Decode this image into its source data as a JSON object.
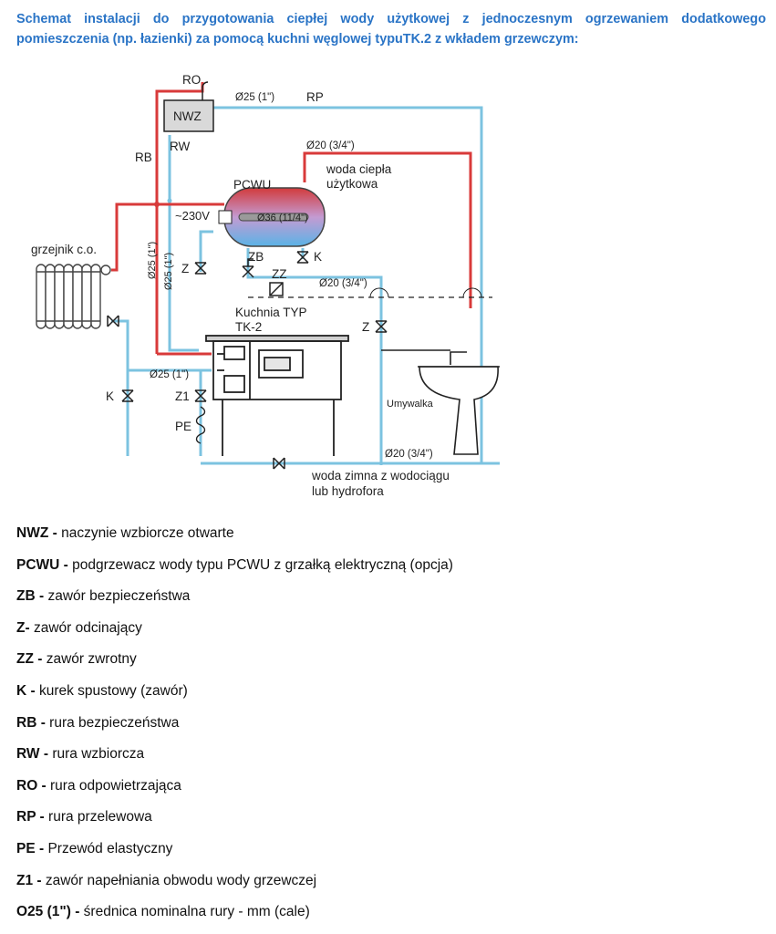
{
  "title": "Schemat instalacji do przygotowania ciepłej wody użytkowej z jednoczesnym ogrzewaniem dodatkowego pomieszczenia (np. łazienki) za pomocą kuchni węglowej typuTK.2 z wkładem grzewczym:",
  "diagram": {
    "labels": {
      "ro": "RO",
      "nwz": "NWZ",
      "rw": "RW",
      "rb": "RB",
      "rp": "RP",
      "d25_top": "Ø25 (1\")",
      "d20_top": "Ø20 (3/4\")",
      "hot_water_1": "woda ciepła",
      "hot_water_2": "użytkowa",
      "pcwu": "PCWU",
      "v230": "~230V",
      "d36": "Ø36 (11/4\")",
      "radiator": "grzejnik c.o.",
      "d25_v1": "Ø25 (1\")",
      "d25_v2": "Ø25 (1\")",
      "z_left": "Z",
      "zb": "ZB",
      "k_top": "K",
      "zz": "ZZ",
      "d20_mid": "Ø20 (3/4\")",
      "stove_1": "Kuchnia  TYP",
      "stove_2": "TK-2",
      "z_right": "Z",
      "d25_bottom": "Ø25 (1\")",
      "k_left": "K",
      "z1": "Z1",
      "pe": "PE",
      "sink": "Umywalka",
      "d20_bottom": "Ø20 (3/4\")",
      "cold_1": "woda zimna z wodociągu",
      "cold_2": "lub hydrofora"
    },
    "colors": {
      "hot": "#d83a3a",
      "cold": "#7cc3e0",
      "black": "#222222"
    }
  },
  "legend": [
    {
      "term": "NWZ -",
      "desc": " naczynie wzbiorcze otwarte"
    },
    {
      "term": "PCWU -",
      "desc": " podgrzewacz wody typu PCWU z grzałką elektryczną (opcja)"
    },
    {
      "term": "ZB -",
      "desc": " zawór bezpieczeństwa"
    },
    {
      "term": "Z-",
      "desc": " zawór odcinający"
    },
    {
      "term": "ZZ -",
      "desc": " zawór zwrotny"
    },
    {
      "term": "K -",
      "desc": " kurek spustowy (zawór)"
    },
    {
      "term": "RB -",
      "desc": " rura bezpieczeństwa"
    },
    {
      "term": "RW -",
      "desc": " rura wzbiorcza"
    },
    {
      "term": "RO -",
      "desc": " rura odpowietrzająca"
    },
    {
      "term": "RP -",
      "desc": " rura przelewowa"
    },
    {
      "term": "PE -",
      "desc": " Przewód elastyczny"
    },
    {
      "term": "Z1 -",
      "desc": " zawór napełniania obwodu wody grzewczej"
    },
    {
      "term": "O25 (1\") -",
      "desc": " średnica nominalna rury -",
      "tail": " mm (cale)"
    }
  ]
}
